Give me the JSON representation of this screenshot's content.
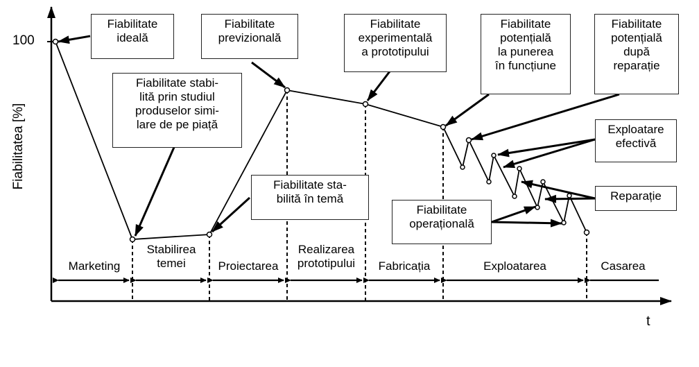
{
  "axes": {
    "y_label": "Fiabilitatea  [%]",
    "y_tick": "100",
    "x_label": "t"
  },
  "labels": {
    "ideala": [
      "Fiabilitate",
      "ideală"
    ],
    "studiu": [
      "Fiabilitate stabi-",
      "lită prin studiul",
      "produselor simi-",
      "lare de pe piață"
    ],
    "tema": [
      "Fiabilitate sta-",
      "bilită în temă"
    ],
    "previzionala": [
      "Fiabilitate",
      "previzională"
    ],
    "experimentala": [
      "Fiabilitate",
      "experimentală",
      "a prototipului"
    ],
    "potentiala_punere": [
      "Fiabilitate",
      "potențială",
      "la punerea",
      "în funcțiune"
    ],
    "potentiala_reparatie": [
      "Fiabilitate",
      "potențială",
      "după",
      "reparație"
    ],
    "exploatare_efectiva": [
      "Exploatare",
      "efectivă"
    ],
    "reparatie": [
      "Reparație"
    ],
    "operationala": [
      "Fiabilitate",
      "operațională"
    ]
  },
  "phases": {
    "marketing": [
      "Marketing"
    ],
    "stabilirea": [
      "Stabilirea",
      "temei"
    ],
    "proiectarea": [
      "Proiectarea"
    ],
    "realizarea": [
      "Realizarea",
      "prototipului"
    ],
    "fabricatia": [
      "Fabricația"
    ],
    "exploatarea": [
      "Exploatarea"
    ],
    "casarea": [
      "Casarea"
    ]
  }
}
